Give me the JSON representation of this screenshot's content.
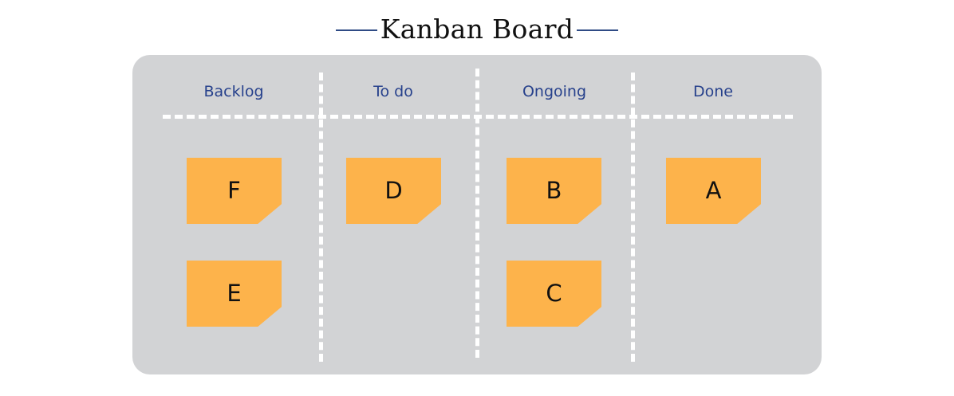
{
  "title": "Kanban Board",
  "colors": {
    "accent": "#2f4b85",
    "header_text": "#27418c",
    "board_bg": "#d2d3d5",
    "card": "#fdb34b",
    "divider": "#ffffff"
  },
  "columns": [
    {
      "label": "Backlog",
      "cards": [
        "F",
        "E"
      ]
    },
    {
      "label": "To do",
      "cards": [
        "D"
      ]
    },
    {
      "label": "Ongoing",
      "cards": [
        "B",
        "C"
      ]
    },
    {
      "label": "Done",
      "cards": [
        "A"
      ]
    }
  ]
}
